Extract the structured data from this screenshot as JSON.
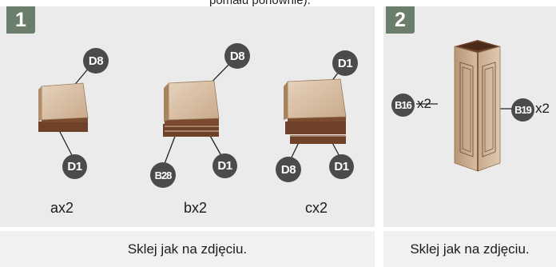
{
  "header_text": "pomału ponownie).",
  "panel1": {
    "step": "1",
    "items": [
      {
        "qty": "ax2",
        "labels": [
          "D8",
          "D1"
        ]
      },
      {
        "qty": "bx2",
        "labels": [
          "D8",
          "B28",
          "D1"
        ]
      },
      {
        "qty": "cx2",
        "labels": [
          "D1",
          "D8",
          "D1"
        ]
      }
    ],
    "caption": "Sklej jak na zdjęciu."
  },
  "panel2": {
    "step": "2",
    "left_badge": "B16",
    "left_count": "x2",
    "right_badge": "B19",
    "right_count": "x2",
    "caption": "Sklej jak na zdjęciu."
  },
  "colors": {
    "badge": "#4b4b4b",
    "step_badge": "#6b7d6b",
    "panel_bg": "#ebebeb",
    "wood_top": "#d9c0a6",
    "wood_edge": "#6e4128"
  }
}
